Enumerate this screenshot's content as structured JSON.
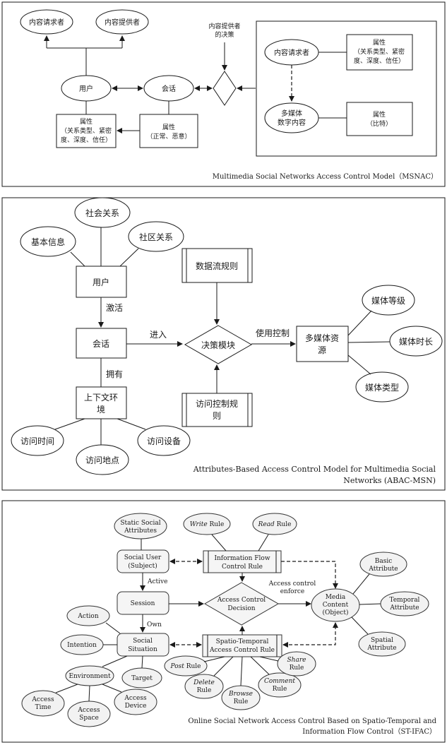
{
  "panel1": {
    "caption": "Multimedia Social Networks Access Control Model（MSNAC）",
    "requester": "内容请求者",
    "provider": "内容提供者",
    "user": "用户",
    "session": "会话",
    "decision_label": [
      "内容提供者",
      "的决策"
    ],
    "user_attr": [
      "属性",
      "（关系类型、紧密",
      "度、深度、信任）"
    ],
    "session_attr": [
      "属性",
      "（正常、恶意）"
    ],
    "inner_requester": "内容请求者",
    "inner_requester_attr": [
      "属性",
      "（关系类型、紧密",
      "度、深度、信任）"
    ],
    "inner_media": [
      "多媒体",
      "数字内容"
    ],
    "inner_media_attr": [
      "属性",
      "（比特）"
    ]
  },
  "panel2": {
    "caption": [
      "Attributes-Based Access Control Model for Multimedia Social",
      "Networks (ABAC-MSN)"
    ],
    "social_relation": "社会关系",
    "basic_info": "基本信息",
    "community_relation": "社区关系",
    "user": "用户",
    "activate": "激活",
    "session": "会话",
    "enter": "进入",
    "own": "拥有",
    "context": [
      "上下文环",
      "境"
    ],
    "access_time": "访问时间",
    "access_place": "访问地点",
    "access_device": "访问设备",
    "dataflow_rule": "数据流规则",
    "decision_module": "决策模块",
    "access_rule": [
      "访问控制规",
      "则"
    ],
    "use_control": "使用控制",
    "media_resource": [
      "多媒体资",
      "源"
    ],
    "media_level": "媒体等级",
    "media_duration": "媒体时长",
    "media_type": "媒体类型"
  },
  "panel3": {
    "caption": [
      "Online Social Network Access Control Based on Spatio-Temporal and",
      "Information Flow Control（ST-IFAC）"
    ],
    "static_attr": [
      "Static Social",
      "Attributes"
    ],
    "write_rule": [
      "Write",
      " Rule"
    ],
    "read_rule": [
      "Read",
      " Rule"
    ],
    "social_user": [
      "Social User",
      "(Subject)"
    ],
    "info_flow_rule": [
      "Information Flow",
      "Control Rule"
    ],
    "basic_attr": [
      "Basic",
      "Attribute"
    ],
    "active": "Active",
    "session": "Session",
    "ac_decision": [
      "Access Control",
      "Decision"
    ],
    "enforce": [
      "Access control",
      "enforce"
    ],
    "media_content": [
      "Media",
      "Content",
      "(Object)"
    ],
    "temporal_attr": [
      "Temporal",
      "Attribute"
    ],
    "action": "Action",
    "own": "Own",
    "intention": "Intention",
    "social_situation": [
      "Social",
      "Situation"
    ],
    "st_rule": [
      "Spatio-Temporal",
      "Access Control Rule"
    ],
    "spatial_attr": [
      "Spatial",
      "Attribute"
    ],
    "environment": "Environment",
    "target": "Target",
    "post_rule": [
      "Post",
      " Rule"
    ],
    "share_rule": [
      "Share",
      "Rule"
    ],
    "delete_rule": [
      "Delete",
      "Rule"
    ],
    "browse_rule": [
      "Browse",
      "Rule"
    ],
    "comment_rule": [
      "Comment",
      "Rule"
    ],
    "access_time": [
      "Access",
      "Time"
    ],
    "access_space": [
      "Access",
      "Space"
    ],
    "access_device": [
      "Access",
      "Device"
    ]
  }
}
